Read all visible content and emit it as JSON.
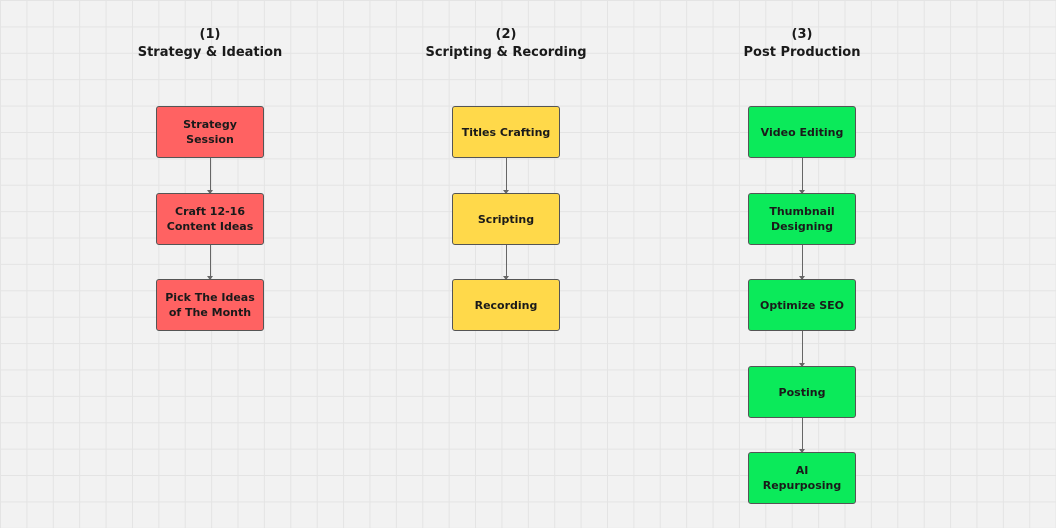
{
  "colors": {
    "strategy": "#ff6262",
    "scripting": "#ffd94a",
    "post": "#0bea5a"
  },
  "columns": [
    {
      "number": "(1)",
      "title": "Strategy & Ideation",
      "color_key": "strategy",
      "cards": [
        "Strategy Session",
        "Craft 12-16 Content Ideas",
        "Pick The Ideas of The Month"
      ]
    },
    {
      "number": "(2)",
      "title": "Scripting & Recording",
      "color_key": "scripting",
      "cards": [
        "Titles Crafting",
        "Scripting",
        "Recording"
      ]
    },
    {
      "number": "(3)",
      "title": "Post Production",
      "color_key": "post",
      "cards": [
        "Video Editing",
        "Thumbnail Designing",
        "Optimize SEO",
        "Posting",
        "AI Repurposing"
      ]
    }
  ]
}
